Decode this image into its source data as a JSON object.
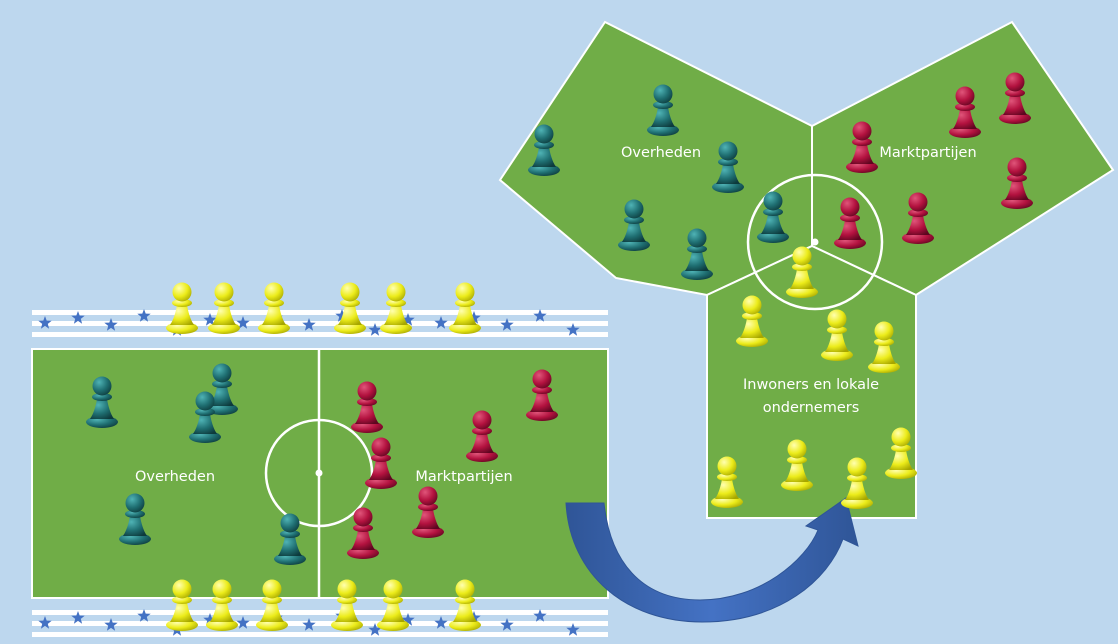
{
  "field": {
    "left_label": "Overheden",
    "right_label": "Marktpartijen"
  },
  "tri_field": {
    "left_label": "Overheden",
    "right_label": "Marktpartijen",
    "bottom_label_line1": "Inwoners en lokale",
    "bottom_label_line2": "ondernemers"
  },
  "colors": {
    "background": "#bdd7ee",
    "pitch": "#70ad47",
    "government": "#1f6f72",
    "market": "#b3123f",
    "citizens": "#e6e600",
    "stands_stripe": "#ffffff",
    "stands_star": "#4472c4",
    "arrow": "#3b66b3"
  },
  "piece_types": {
    "government": "teal-pawn-icon",
    "market": "red-pawn-icon",
    "citizens": "yellow-pawn-icon"
  }
}
